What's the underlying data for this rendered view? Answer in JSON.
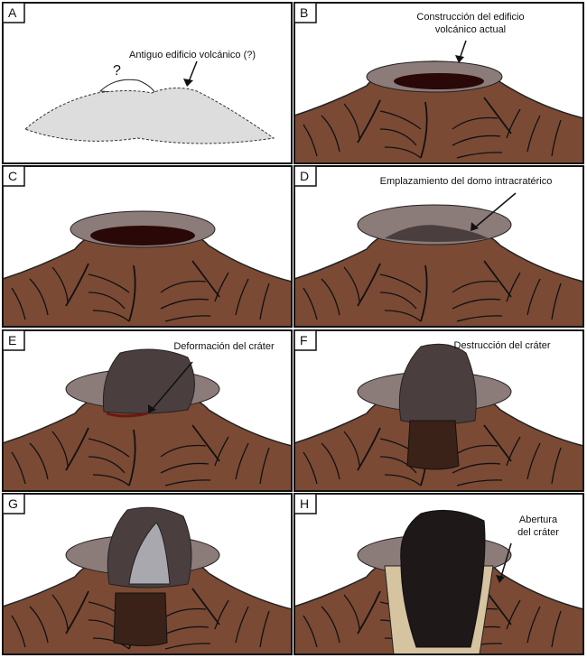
{
  "panels": [
    {
      "letter": "A",
      "labels": [
        "Antiguo edificio volcánico (?)",
        "?"
      ]
    },
    {
      "letter": "B",
      "labels": [
        "Construcción del edificio",
        "volcánico actual"
      ]
    },
    {
      "letter": "C",
      "labels": []
    },
    {
      "letter": "D",
      "labels": [
        "Emplazamiento del domo intracratérico"
      ]
    },
    {
      "letter": "E",
      "labels": [
        "Deformación del cráter"
      ]
    },
    {
      "letter": "F",
      "labels": [
        "Destrucción del cráter"
      ]
    },
    {
      "letter": "G",
      "labels": []
    },
    {
      "letter": "H",
      "labels": [
        "Abertura",
        "del cráter"
      ]
    }
  ],
  "colors": {
    "edifice": "#7a4a35",
    "rim": "#8b7b79",
    "crater": "#2a0808",
    "dome": "#4a3e3e",
    "talus": "#d6c3a0"
  }
}
